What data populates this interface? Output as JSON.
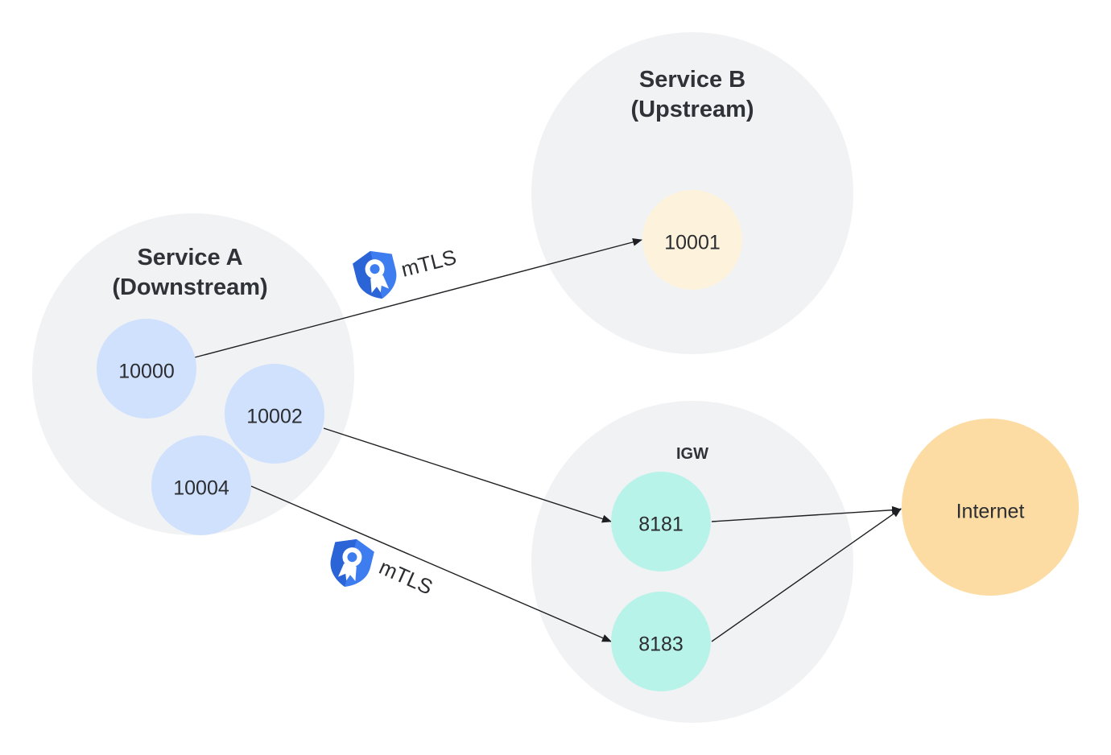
{
  "service_a": {
    "title_line1": "Service A",
    "title_line2": "(Downstream)"
  },
  "service_b": {
    "title_line1": "Service B",
    "title_line2": "(Upstream)"
  },
  "igw": {
    "title": "IGW"
  },
  "internet": {
    "label": "Internet"
  },
  "ports": {
    "a1": "10000",
    "a2": "10002",
    "a3": "10004",
    "b1": "10001",
    "igw1": "8181",
    "igw2": "8183"
  },
  "badges": {
    "top": {
      "label": "mTLS",
      "icon": "certificate-shield-icon"
    },
    "bottom": {
      "label": "mTLS",
      "icon": "certificate-shield-icon"
    }
  },
  "colors": {
    "group_bg": "#f1f2f4",
    "port_service_a": "#cfe1fd",
    "port_service_b": "#fdf2dc",
    "port_igw": "#b8f3ea",
    "internet": "#fddca4",
    "badge_blue": "#3d7df0"
  }
}
